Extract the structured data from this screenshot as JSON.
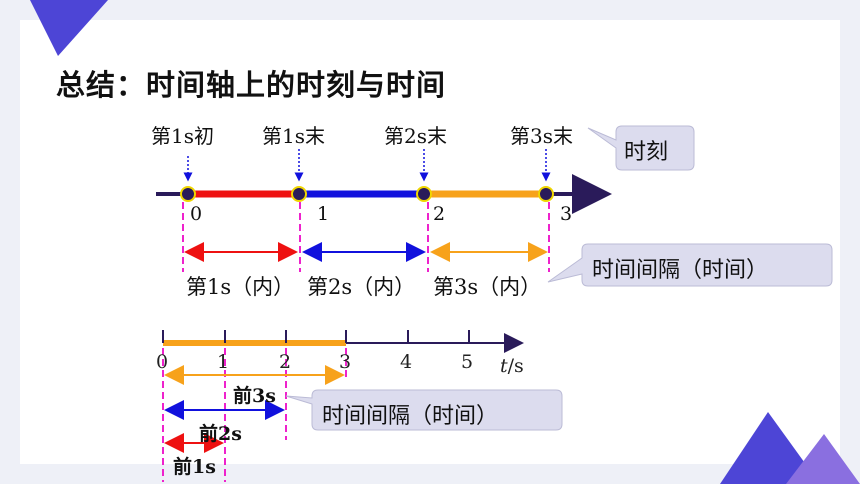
{
  "title": "总结：时间轴上的时刻与时间",
  "top_axis": {
    "moment_labels": [
      "第1s初",
      "第1s末",
      "第2s末",
      "第3s末"
    ],
    "ticks": [
      "0",
      "1",
      "2",
      "3"
    ],
    "moment_callout": "时刻",
    "interval_labels": [
      "第1s（内）",
      "第2s（内）",
      "第3s（内）"
    ],
    "interval_callout": "时间间隔（时间）"
  },
  "bottom_axis": {
    "ticks": [
      "0",
      "1",
      "2",
      "3",
      "4",
      "5"
    ],
    "unit_label_t": "t",
    "unit_label_s": "/s",
    "span_labels": [
      "前3s",
      "前2s",
      "前1s"
    ],
    "interval_callout": "时间间隔（时间）"
  },
  "colors": {
    "red": "#ee1111",
    "blue": "#1111dd",
    "orange": "#f7a21b",
    "magenta": "#ee22cc",
    "axis": "#2a1b5a",
    "accent_purple": "#4f3fd0"
  }
}
